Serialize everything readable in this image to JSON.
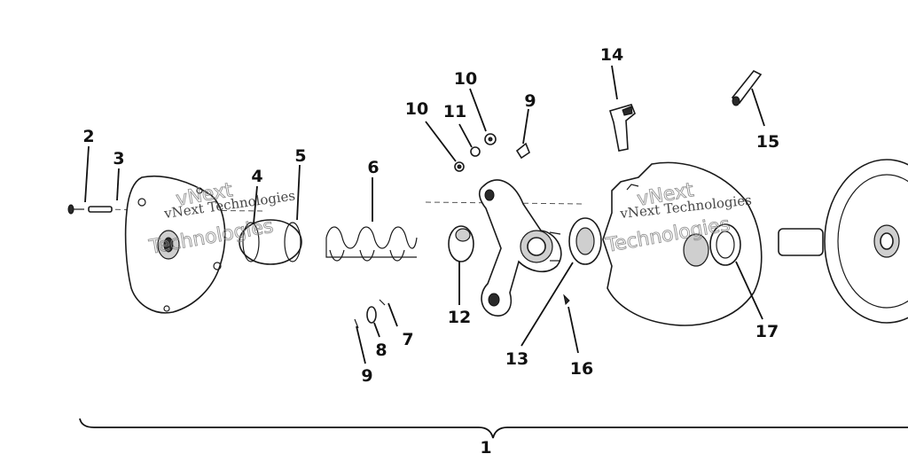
{
  "callouts": [
    {
      "id": "c1",
      "text": "1"
    },
    {
      "id": "c2",
      "text": "2"
    },
    {
      "id": "c3",
      "text": "3"
    },
    {
      "id": "c4",
      "text": "4"
    },
    {
      "id": "c5",
      "text": "5"
    },
    {
      "id": "c6",
      "text": "6"
    },
    {
      "id": "c7",
      "text": "7"
    },
    {
      "id": "c8",
      "text": "8"
    },
    {
      "id": "c9a",
      "text": "9"
    },
    {
      "id": "c9b",
      "text": "9"
    },
    {
      "id": "c10a",
      "text": "10"
    },
    {
      "id": "c10b",
      "text": "10"
    },
    {
      "id": "c11",
      "text": "11"
    },
    {
      "id": "c12",
      "text": "12"
    },
    {
      "id": "c13",
      "text": "13"
    },
    {
      "id": "c14",
      "text": "14"
    },
    {
      "id": "c15",
      "text": "15"
    },
    {
      "id": "c16",
      "text": "16"
    },
    {
      "id": "c17",
      "text": "17"
    }
  ],
  "watermark": {
    "primary": "vNext Technologies",
    "secondary": "vNext Technologies",
    "word_a": "vNext",
    "word_b": "Technologies"
  }
}
